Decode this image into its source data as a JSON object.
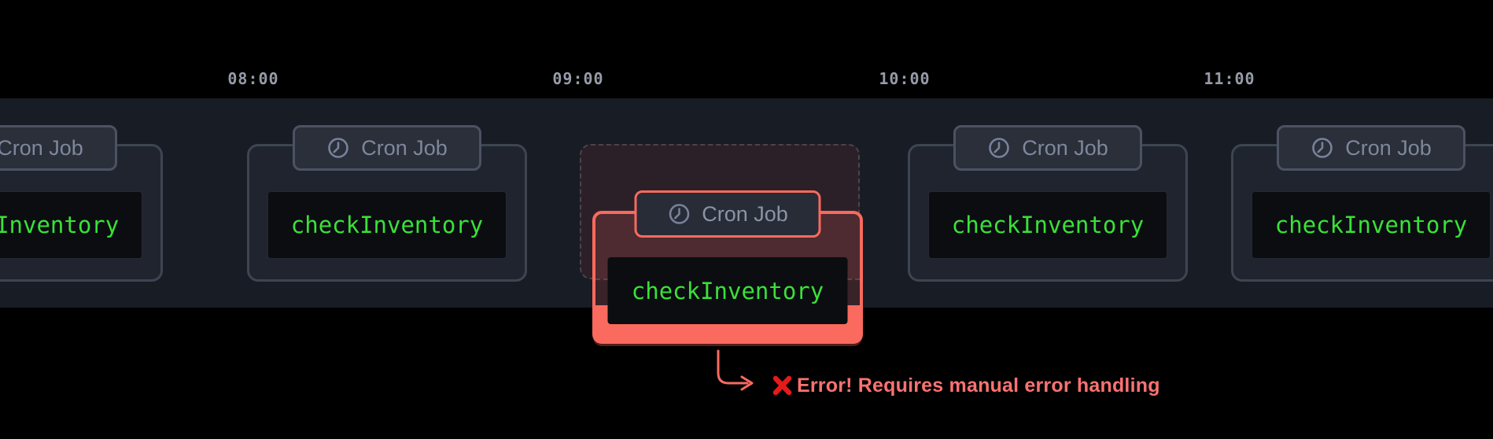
{
  "timeline": {
    "times": [
      "08:00",
      "09:00",
      "10:00",
      "11:00"
    ]
  },
  "cards": [
    {
      "badge": "Cron Job",
      "task": "checkInventory",
      "state": "normal"
    },
    {
      "badge": "Cron Job",
      "task": "checkInventory",
      "state": "normal"
    },
    {
      "badge": "Cron Job",
      "task": "checkInventory",
      "state": "error"
    },
    {
      "badge": "Cron Job",
      "task": "checkInventory",
      "state": "normal"
    },
    {
      "badge": "Cron Job",
      "task": "checkInventory",
      "state": "normal"
    }
  ],
  "error": {
    "icon": "cross-mark-icon",
    "message": "Error! Requires manual error handling"
  },
  "icons": {
    "badge_icon": "clock-icon"
  },
  "colors": {
    "background": "#000000",
    "band": "#181c24",
    "card_bg": "#1f242e",
    "card_border": "#3e4552",
    "badge_bg": "#2a2f3a",
    "badge_border": "#4b5263",
    "badge_text": "#7e879b",
    "task_bg": "#0b0d11",
    "task_text": "#3ae138",
    "time_label": "#969ba8",
    "error_accent": "#fa6a5e",
    "error_text": "#fa7272",
    "cross_mark": "#e31b1b",
    "ghost_bg": "#2c2028",
    "ghost_border": "#4b434e"
  }
}
